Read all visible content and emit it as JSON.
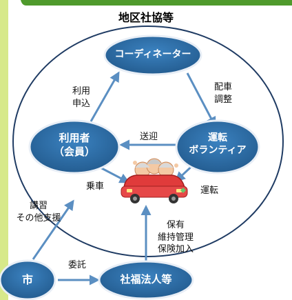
{
  "title": "地区社協等",
  "colors": {
    "header_bar": "#4f9a2c",
    "left_strip": "#d7e98a",
    "node_fill": "#2e6fa8",
    "node_stroke": "#e8eef6",
    "arrow": "#5b8fc2",
    "ellipse_stroke": "#1f3b63"
  },
  "nodes": {
    "coordinator": "コーディネーター",
    "user": "利用者\n（会員）",
    "volunteer": "運転\nボランティア",
    "city": "市",
    "welfare_corp": "社福法人等"
  },
  "edge_labels": {
    "apply": "利用\n申込",
    "dispatch": "配車\n調整",
    "pickup": "送迎",
    "ride": "乗車",
    "drive": "運転",
    "training": "講習\nその他支援",
    "consign": "委託",
    "maintain": "保有\n維持管理\n保険加入"
  },
  "icons": {
    "car": "car-with-passengers-icon"
  }
}
